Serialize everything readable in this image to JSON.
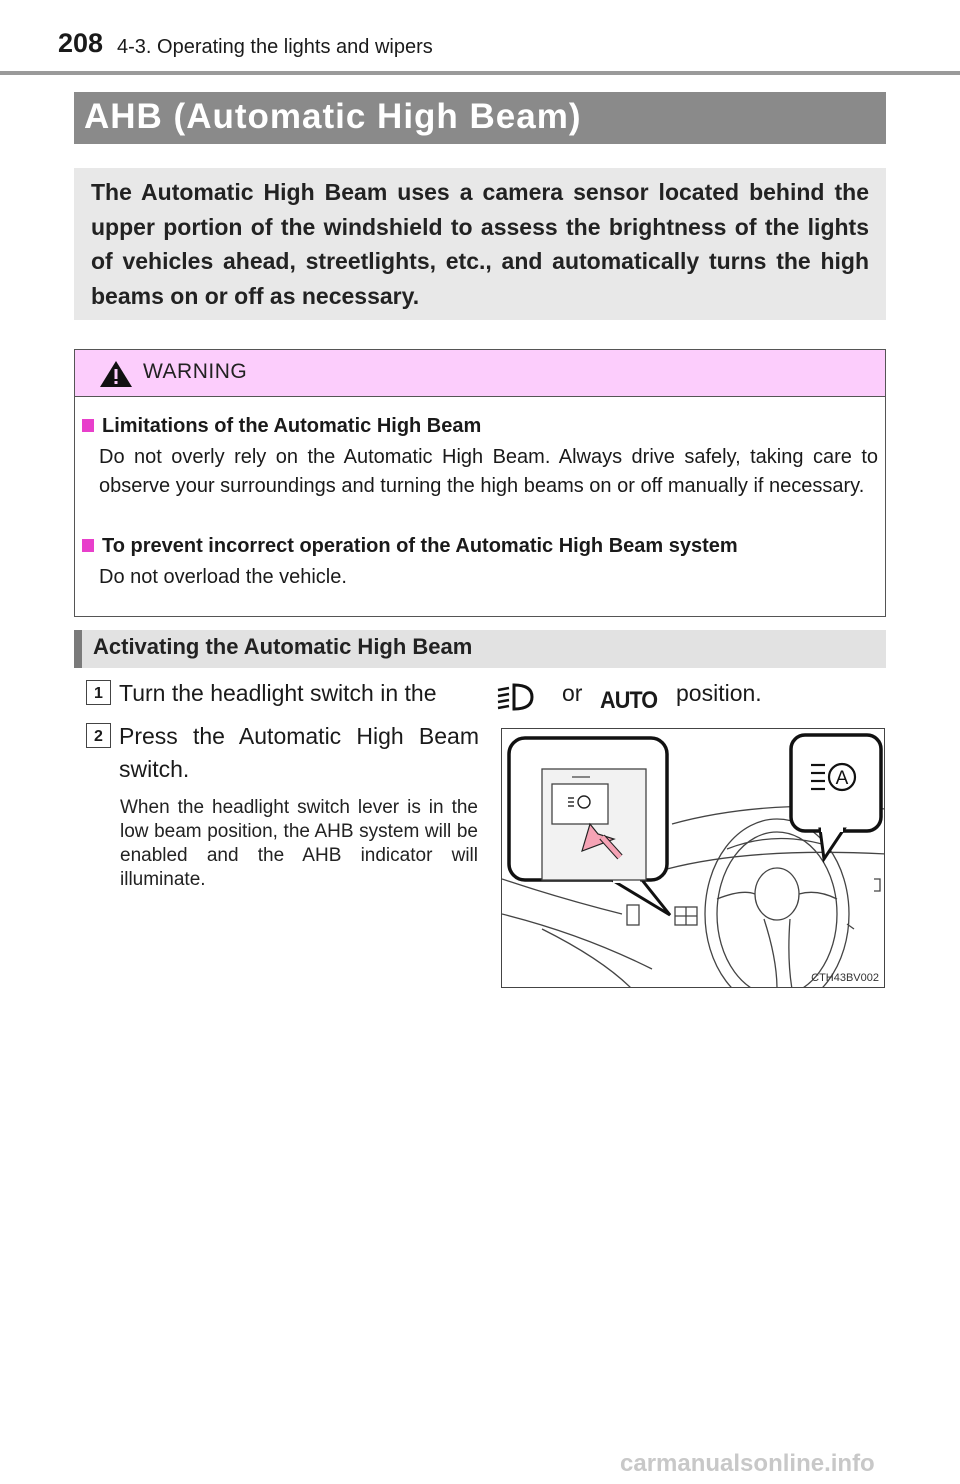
{
  "header": {
    "page_number": "208",
    "section": "4-3. Operating the lights and wipers"
  },
  "title": "AHB (Automatic High Beam)",
  "intro": "The Automatic High Beam uses a camera sensor located behind the upper portion of the windshield to assess the brightness of the lights of vehicles ahead, streetlights, etc., and automatically turns the high beams on or off as necessary.",
  "warning": {
    "label": "WARNING",
    "items": [
      {
        "heading": "Limitations of the Automatic High Beam",
        "body": "Do not overly rely on the Automatic High Beam. Always drive safely, taking care to observe your surroundings and turning the high beams on or off manually if necessary."
      },
      {
        "heading": "To prevent incorrect operation of the Automatic High Beam system",
        "body": "Do not overload the vehicle."
      }
    ]
  },
  "subsection": {
    "title": "Activating the Automatic High Beam",
    "steps": [
      {
        "number": "1",
        "text_before": "Turn the headlight switch in the",
        "text_or": "or",
        "auto_label": "AUTO",
        "text_after": "position."
      },
      {
        "number": "2",
        "text": "Press the Automatic High Beam switch.",
        "note": "When the headlight switch lever is in the low beam position, the AHB system will be enabled and the AHB indicator will illuminate."
      }
    ]
  },
  "figure": {
    "code": "CTH43BV002",
    "switch_letter": "A"
  },
  "watermark": "carmanualsonline.info"
}
